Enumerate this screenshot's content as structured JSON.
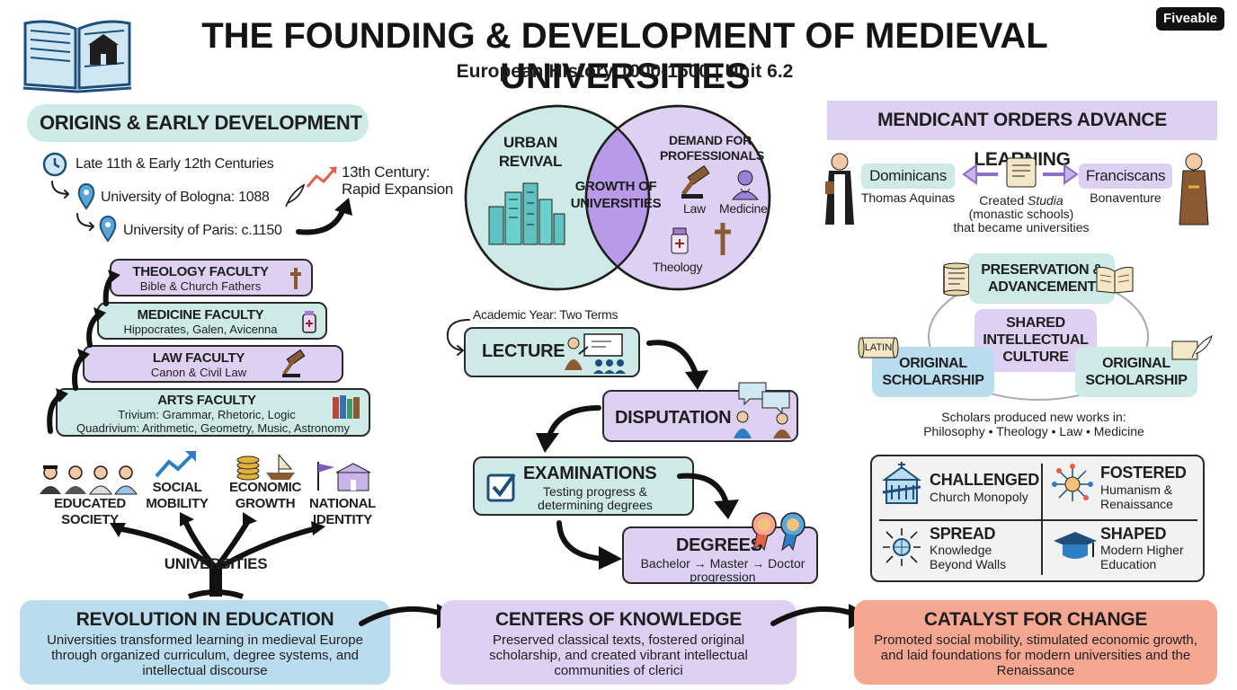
{
  "header": {
    "title": "THE FOUNDING & DEVELOPMENT OF MEDIEVAL UNIVERSITIES",
    "subtitle": "European History 1000-1500 | Unit 6.2",
    "brand": "Fiveable"
  },
  "origins": {
    "heading": "ORIGINS & EARLY DEVELOPMENT",
    "timeline": [
      {
        "text": "Late 11th & Early 12th Centuries",
        "icon": "clock-icon"
      },
      {
        "text": "University of Bologna: 1088",
        "icon": "location-pin-icon"
      },
      {
        "text": "University of Paris: c.1150",
        "icon": "location-pin-icon"
      }
    ],
    "expansion": "13th Century: Rapid Expansion",
    "faculties": [
      {
        "title": "THEOLOGY FACULTY",
        "desc": "Bible & Church Fathers"
      },
      {
        "title": "MEDICINE FACULTY",
        "desc": "Hippocrates, Galen, Avicenna"
      },
      {
        "title": "LAW FACULTY",
        "desc": "Canon & Civil Law"
      },
      {
        "title": "ARTS FACULTY",
        "desc": "Trivium: Grammar, Rhetoric, Logic",
        "desc2": "Quadrivium: Arithmetic, Geometry, Music, Astronomy"
      }
    ],
    "outcomes": [
      {
        "label": "EDUCATED SOCIETY"
      },
      {
        "label": "SOCIAL MOBILITY"
      },
      {
        "label": "ECONOMIC GROWTH"
      },
      {
        "label": "NATIONAL IDENTITY"
      }
    ],
    "tree_label": "UNIVERSITIES"
  },
  "venn": {
    "left": "URBAN REVIVAL",
    "right": "DEMAND FOR PROFESSIONALS",
    "center": "GROWTH OF UNIVERSITIES",
    "professions": [
      "Law",
      "Medicine",
      "Theology"
    ]
  },
  "cycle": {
    "note": "Academic Year: Two Terms",
    "lecture": "LECTURE",
    "disputation": "DISPUTATION",
    "exams_title": "EXAMINATIONS",
    "exams_desc": "Testing progress & determining degrees",
    "degrees_title": "DEGREES",
    "degrees_desc": "Bachelor → Master → Doctor progression"
  },
  "mendicant": {
    "heading": "MENDICANT ORDERS ADVANCE LEARNING",
    "dominicans": "Dominicans",
    "dominicans_person": "Thomas Aquinas",
    "franciscans": "Franciscans",
    "franciscans_person": "Bonaventure",
    "studia": "Created Studia (monastic schools) that became universities",
    "studia_pre": "Created ",
    "studia_em": "Studia",
    "studia_post": "(monastic schools)",
    "studia_end": "that became universities",
    "preservation": "PRESERVATION & ADVANCEMENT",
    "shared": "SHARED INTELLECTUAL CULTURE",
    "original": "ORIGINAL SCHOLARSHIP",
    "latin": "LATIN",
    "works_intro": "Scholars produced new works in:",
    "works_list": "Philosophy • Theology • Law • Medicine"
  },
  "impact": [
    {
      "title": "CHALLENGED",
      "desc": "Church Monopoly",
      "icon": "church-icon"
    },
    {
      "title": "FOSTERED",
      "desc": "Humanism & Renaissance",
      "icon": "network-lightbulb-icon"
    },
    {
      "title": "SPREAD",
      "desc": "Knowledge Beyond Walls",
      "icon": "globe-arrows-icon"
    },
    {
      "title": "SHAPED",
      "desc": "Modern Higher Education",
      "icon": "graduation-cap-icon"
    }
  ],
  "bottom": [
    {
      "title": "REVOLUTION IN EDUCATION",
      "desc": "Universities transformed learning in medieval Europe through organized curriculum, degree systems, and intellectual discourse",
      "color": "#b9dcef"
    },
    {
      "title": "CENTERS OF KNOWLEDGE",
      "desc": "Preserved classical texts, fostered original scholarship, and created vibrant intellectual communities of clerici",
      "color": "#ddd0f3"
    },
    {
      "title": "CATALYST FOR CHANGE",
      "desc": "Promoted social mobility, stimulated economic growth, and laid foundations for modern universities and the Renaissance",
      "color": "#f6a791"
    }
  ],
  "colors": {
    "teal": "#cdeae7",
    "purple": "#ddd0f3",
    "blue": "#b9dcef",
    "salmon": "#f6a791",
    "venn_overlap": "#b99ae8"
  }
}
